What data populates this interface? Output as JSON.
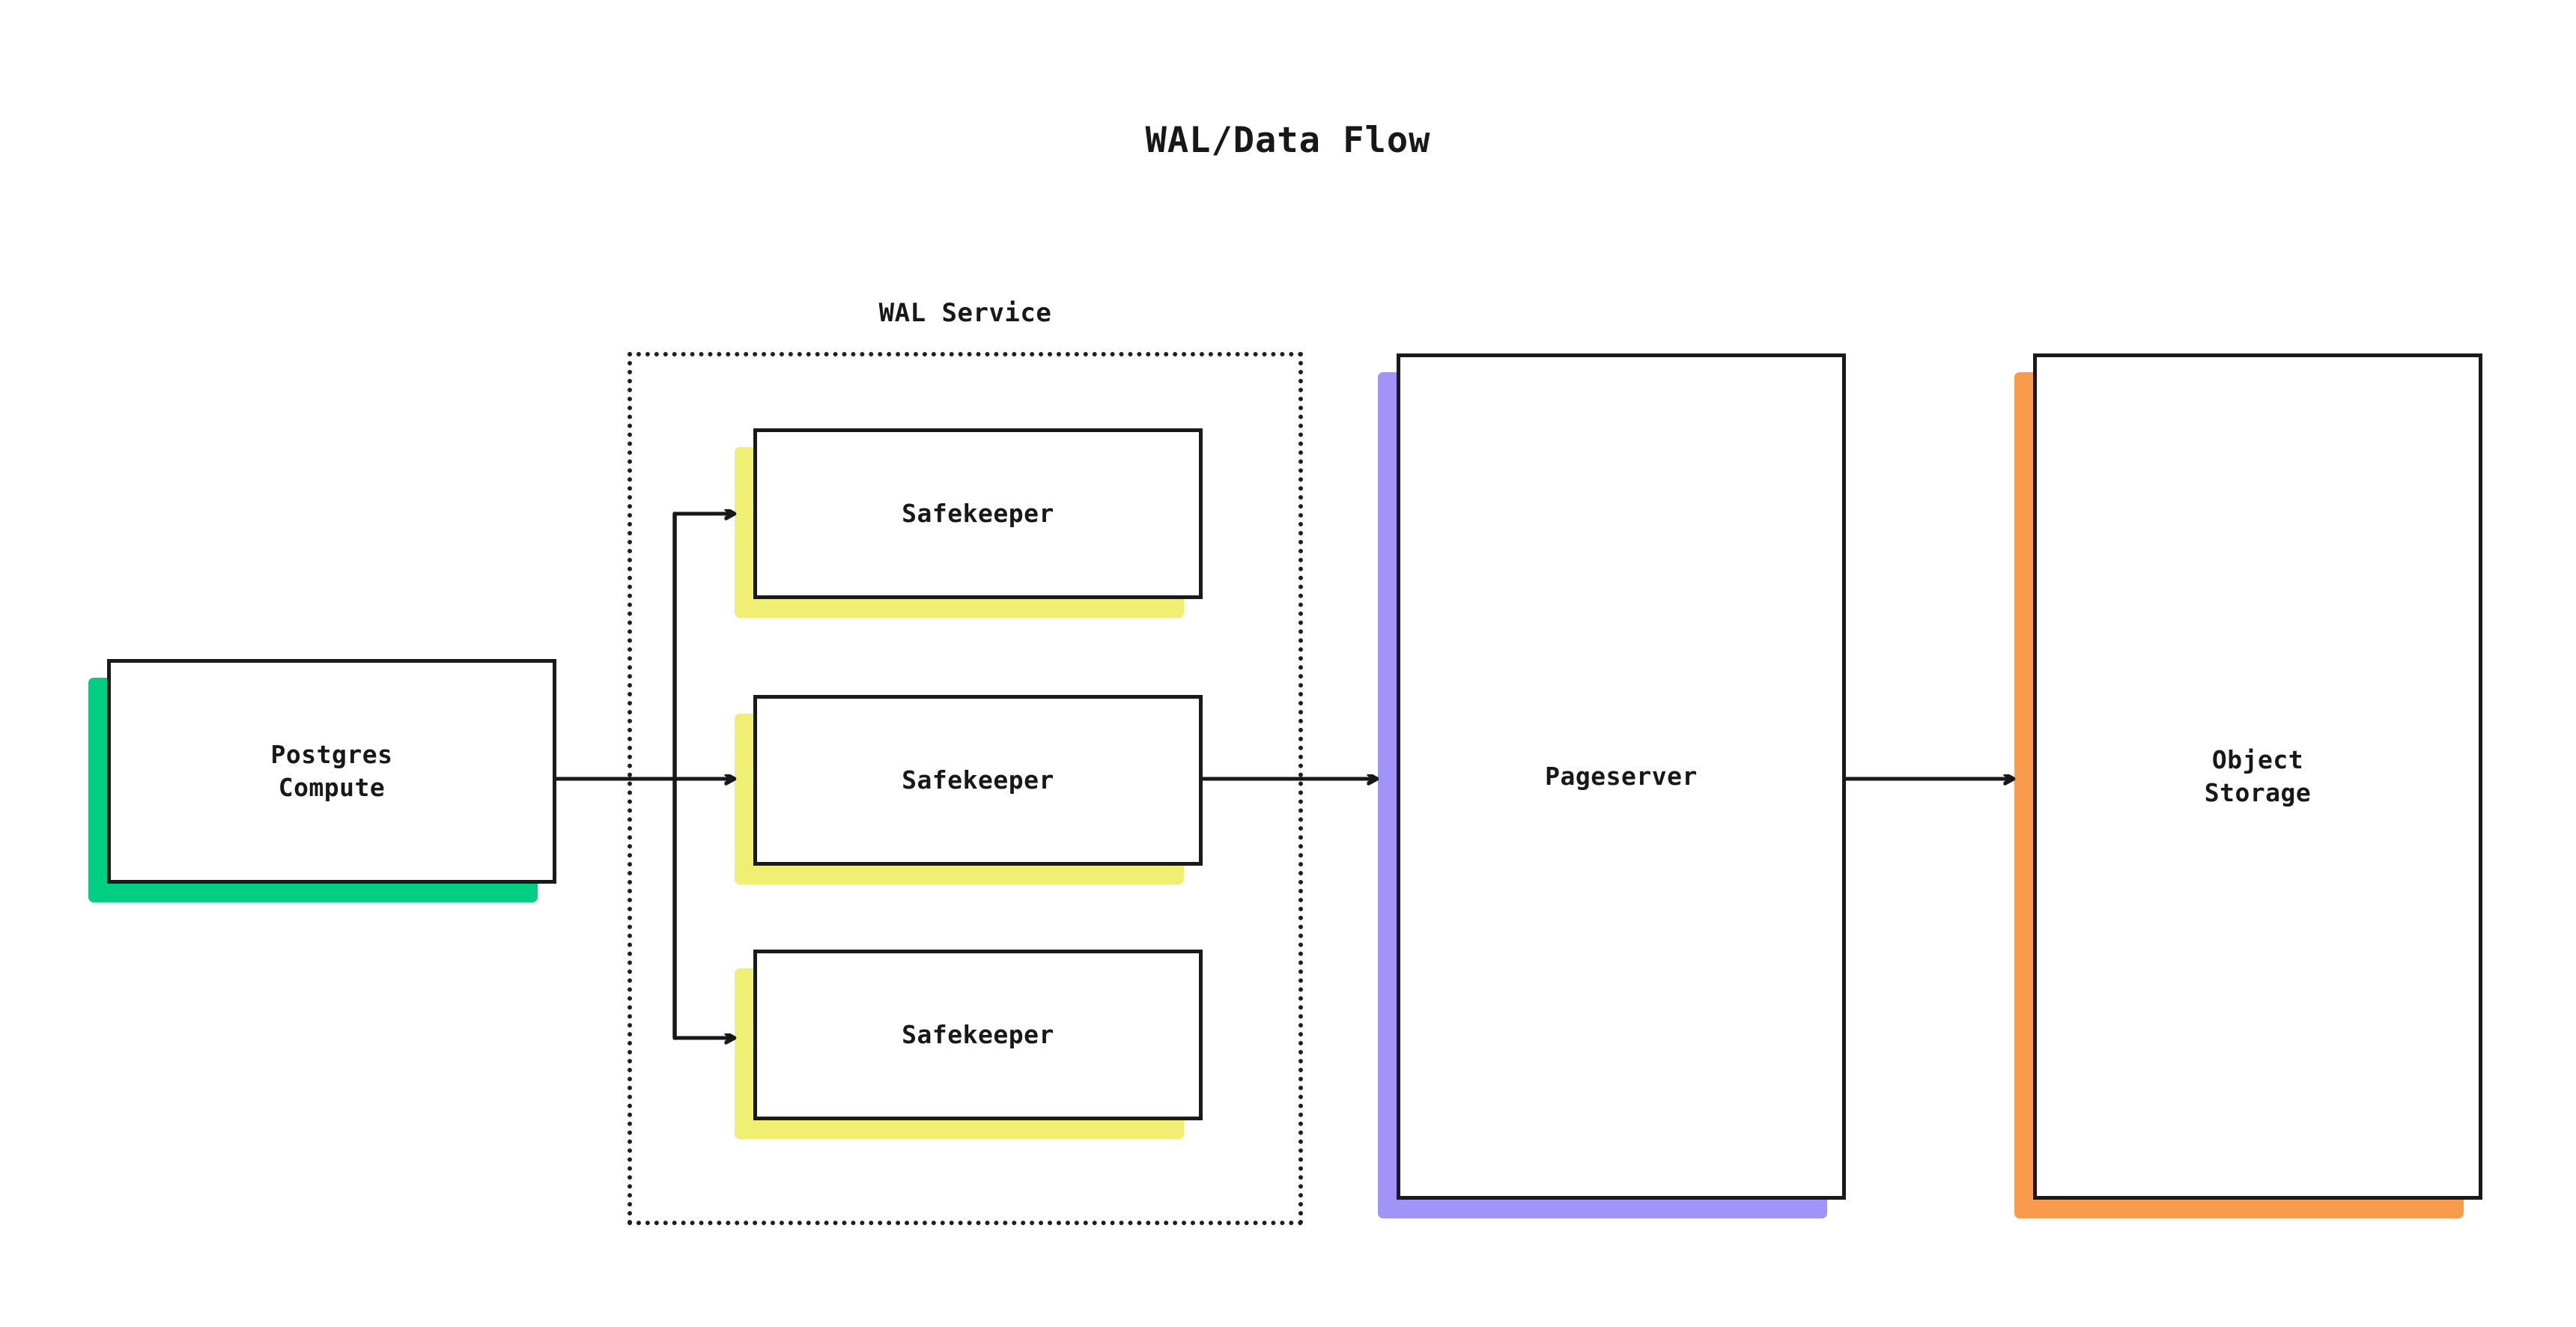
{
  "diagram": {
    "title": "WAL/Data Flow",
    "background_color": "#ffffff",
    "stroke_color": "#1a1a1e",
    "text_color": "#18181b"
  },
  "groups": [
    {
      "id": "wal-service",
      "label": "WAL Service",
      "border_style": "dotted",
      "border_color": "#1f1f23"
    }
  ],
  "nodes": [
    {
      "id": "postgres-compute",
      "label": "Postgres\nCompute",
      "shadow_color": "#00ce82",
      "fill": "#ffffff"
    },
    {
      "id": "safekeeper-1",
      "label": "Safekeeper",
      "shadow_color": "#f0ee73",
      "fill": "#ffffff"
    },
    {
      "id": "safekeeper-2",
      "label": "Safekeeper",
      "shadow_color": "#f0ee73",
      "fill": "#ffffff"
    },
    {
      "id": "safekeeper-3",
      "label": "Safekeeper",
      "shadow_color": "#f0ee73",
      "fill": "#ffffff"
    },
    {
      "id": "pageserver",
      "label": "Pageserver",
      "shadow_color": "#a293f8",
      "fill": "#ffffff"
    },
    {
      "id": "object-storage",
      "label": "Object\nStorage",
      "shadow_color": "#f89c4c",
      "fill": "#ffffff"
    }
  ],
  "edges": [
    {
      "id": "edge-compute-to-safekeeper-1",
      "from": "postgres-compute",
      "to": "safekeeper-1",
      "arrow": "open",
      "label": ""
    },
    {
      "id": "edge-compute-to-safekeeper-2",
      "from": "postgres-compute",
      "to": "safekeeper-2",
      "arrow": "open",
      "label": ""
    },
    {
      "id": "edge-compute-to-safekeeper-3",
      "from": "postgres-compute",
      "to": "safekeeper-3",
      "arrow": "open",
      "label": ""
    },
    {
      "id": "edge-safekeeper-2-to-pageserver",
      "from": "safekeeper-2",
      "to": "pageserver",
      "arrow": "open",
      "label": ""
    },
    {
      "id": "edge-pageserver-to-object-storage",
      "from": "pageserver",
      "to": "object-storage",
      "arrow": "open",
      "label": ""
    }
  ]
}
